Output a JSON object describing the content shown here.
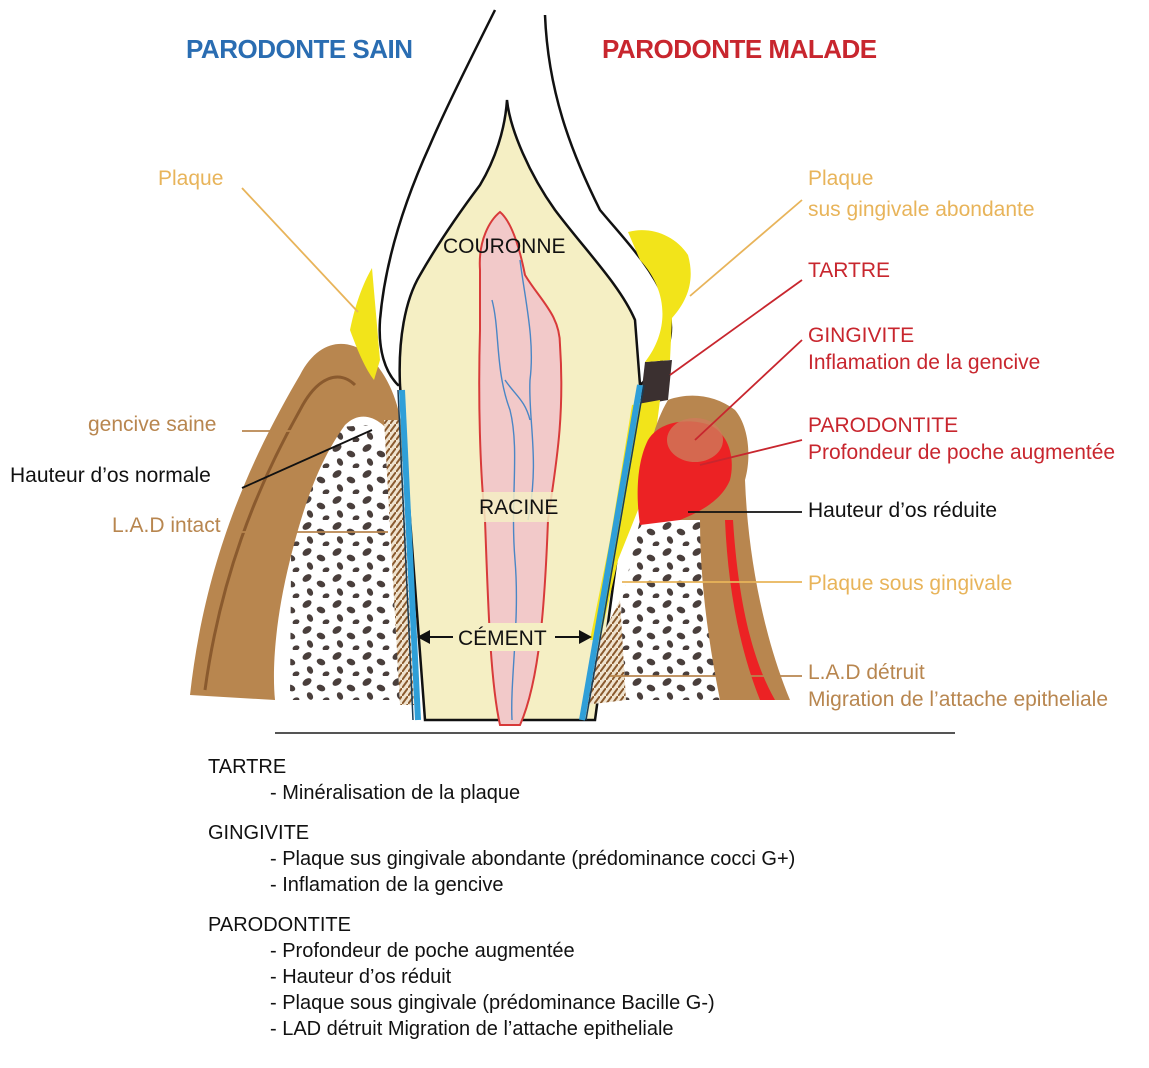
{
  "headers": {
    "healthy": "PARODONTE SAIN",
    "diseased": "PARODONTE MALADE"
  },
  "left_labels": {
    "plaque": "Plaque",
    "gencive_saine": "gencive saine",
    "hauteur_os_normale": "Hauteur d’os normale",
    "lad_intact": "L.A.D intact"
  },
  "tooth_labels": {
    "couronne": "COURONNE",
    "racine": "RACINE",
    "cement": "CÉMENT"
  },
  "right_labels": {
    "plaque_1": "Plaque",
    "plaque_2": "sus gingivale abondante",
    "tartre": "TARTRE",
    "gingivite_1": "GINGIVITE",
    "gingivite_2": "Inflamation de la gencive",
    "parodontite_1": "PARODONTITE",
    "parodontite_2": "Profondeur de poche augmentée",
    "hauteur_os_reduite": "Hauteur d’os réduite",
    "plaque_sous_gingivale": "Plaque sous gingivale",
    "lad_detruit_1": "L.A.D détruit",
    "lad_detruit_2": "Migration de l’attache epitheliale"
  },
  "notes": [
    {
      "title": "TARTRE",
      "items": [
        "- Minéralisation de la plaque"
      ]
    },
    {
      "title": "GINGIVITE",
      "items": [
        "- Plaque sus gingivale abondante (prédominance cocci G+)",
        "- Inflamation de la gencive"
      ]
    },
    {
      "title": "PARODONTITE",
      "items": [
        "- Profondeur de poche augmentée",
        "- Hauteur d’os réduit",
        "- Plaque sous gingivale (prédominance Bacille G-)",
        "- LAD détruit Migration de l’attache epitheliale"
      ]
    }
  ],
  "colors": {
    "healthy_blue": "#2a6db2",
    "diseased_red": "#c8262e",
    "plaque_yellow": "#f2e41a",
    "label_gold": "#e8b45a",
    "gum_brown": "#b8864f",
    "dentin": "#f5efc4",
    "pulp_pink": "#f2c9c9",
    "cement_blue": "#2f9fd8",
    "tartar_dark": "#3b3030",
    "inflamed_red": "#ec2224"
  }
}
